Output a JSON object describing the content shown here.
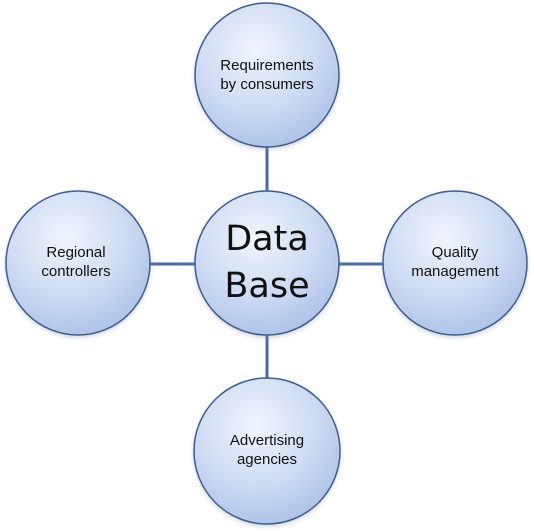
{
  "diagram": {
    "center": {
      "lines": [
        "Data",
        "Base"
      ]
    },
    "top": {
      "lines": [
        "Requirements",
        "by consumers"
      ]
    },
    "left": {
      "lines": [
        "Regional",
        "controllers"
      ]
    },
    "right": {
      "lines": [
        "Quality",
        "management"
      ]
    },
    "bottom": {
      "lines": [
        "Advertising",
        "agencies"
      ]
    }
  },
  "colors": {
    "node_fill_light": "#eef3fc",
    "node_fill_mid": "#cfdcf4",
    "node_fill_dark": "#a9c0e8",
    "node_stroke": "#3e5d91",
    "connector": "#4a6b9d"
  }
}
